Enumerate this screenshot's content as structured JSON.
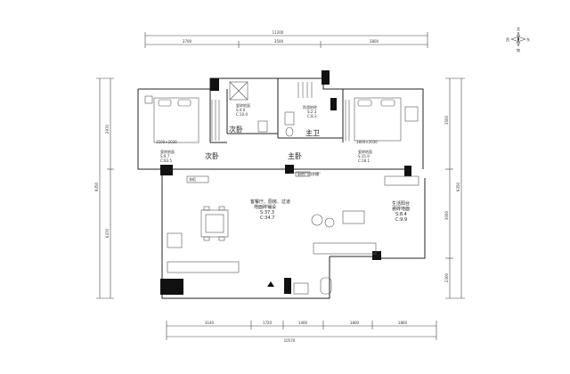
{
  "compass": {
    "north": "北",
    "south": "南",
    "east": "东",
    "west": "西"
  },
  "dims_top": {
    "total": "11200",
    "seg1": "3700",
    "seg2": "3500",
    "seg3": "3800"
  },
  "dims_bottom": {
    "total": "10570",
    "seg1": "3140",
    "seg2": "1720",
    "seg3": "1400",
    "seg4": "1800",
    "seg5": "1860"
  },
  "dims_left": {
    "total": "9350",
    "upper": "2970",
    "lower": "6470"
  },
  "dims_right": {
    "total": "9350",
    "upper": "3500",
    "mid": "3000",
    "lower": "2300"
  },
  "rooms": {
    "bed2": {
      "name": "次卧",
      "floor": "瓷砖地面",
      "s": "S:9.7",
      "c": "C:83.5",
      "bed": "1500×2030"
    },
    "bed2b": {
      "name": "次卧"
    },
    "bath2": {
      "floor": "瓷砖地面",
      "s": "S:4.0",
      "c": "C:10.0"
    },
    "bath1": {
      "name": "主卫",
      "title": "防滑地砖",
      "s": "S:2.3",
      "c": "C:8.3"
    },
    "master": {
      "name": "主卧",
      "floor": "瓷砖地面",
      "s": "S:15.9",
      "c": "C:18.1",
      "bed": "1800×2030"
    },
    "master_door": {
      "name": "主卧"
    },
    "living": {
      "name": "客餐厅、厨房、过道",
      "floor": "地面砖铺设",
      "s": "S:37.3",
      "c": "C:34.7"
    },
    "balcony": {
      "name": "生活阳台",
      "floor": "瓷砖地面",
      "s": "S:8.4",
      "c": "C:9.9"
    },
    "kitchen_label": {
      "name": "厨房门口水槽"
    },
    "wardrobe": {
      "name": "衣柜"
    }
  }
}
